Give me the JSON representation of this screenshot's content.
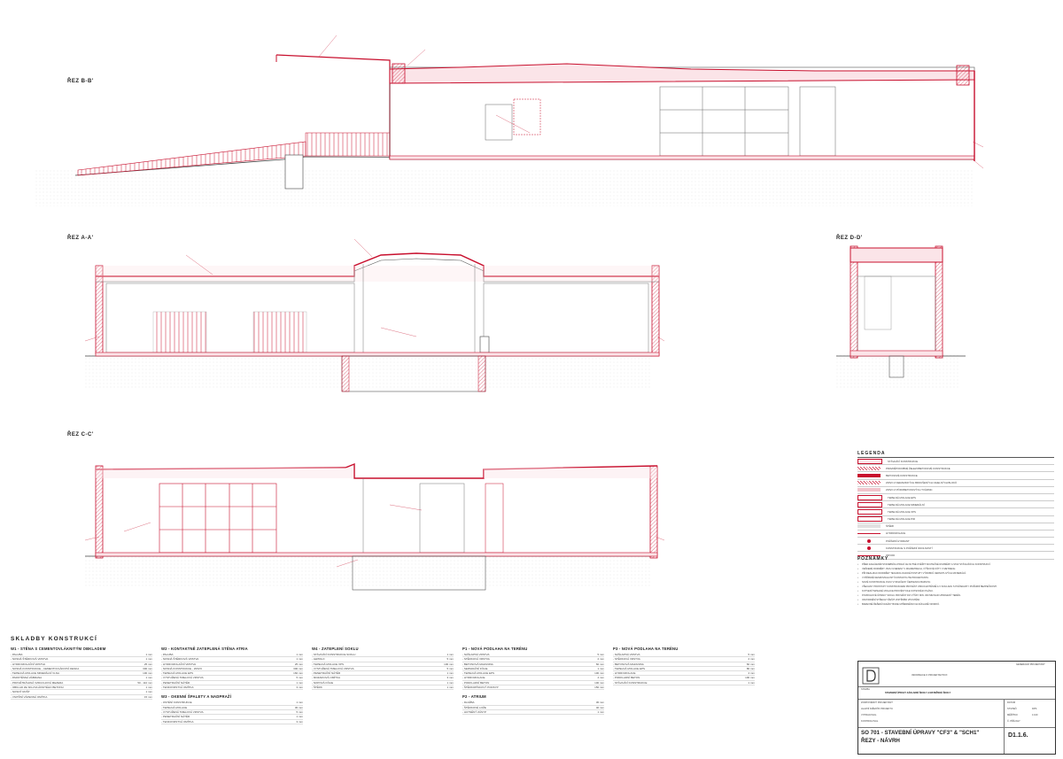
{
  "sections": {
    "bb": {
      "label": "ŘEZ B-B'"
    },
    "aa": {
      "label": "ŘEZ A-A'"
    },
    "dd": {
      "label": "ŘEZ D-D'"
    },
    "cc": {
      "label": "ŘEZ C-C'"
    }
  },
  "compositions": {
    "title": "SKLADBY KONSTRUKCÍ",
    "columns": [
      {
        "blocks": [
          {
            "title": "W1 - STĚNA S CEMENTOVLÁKNITÝM OBKLADEM",
            "rows": [
              [
                "- PALUBA",
                "1 mm"
              ],
              [
                "- NOSNÁ ŠTĚRKOVÁ VRSTVA",
                "1 mm"
              ],
              [
                "- HYDROIZOLAČNÍ VRSTVA",
                "25 mm"
              ],
              [
                "- NOSNÁ KONSTRUKCE - CEMENTOVLÁKNITÁ DESKA",
                "300 mm"
              ],
              [
                "- TEPELNÁ IZOLACE MINERÁLNÍ VLNA",
                "100 mm"
              ],
              [
                "- PAROTĚSNÁ ZÁBRANA",
                "1 mm"
              ],
              [
                "- PROVĚTRÁVANÁ VZDUCHOVÁ MEZERA",
                "50 - 110 mm"
              ],
              [
                "- OBKLAD ZE SKLOVLÁKNITÉHO BETONU",
                "1 mm"
              ],
              [
                "- NOSNÝ ROŠT",
                "1 mm"
              ],
              [
                "- VNITŘNÍ VÁPENNÁ OMÍTKA",
                "15 mm"
              ]
            ]
          }
        ]
      },
      {
        "blocks": [
          {
            "title": "W2 - KONTAKTNĚ ZATEPLENÁ STĚNA ATRIA",
            "rows": [
              [
                "- PALUBA",
                "1 mm"
              ],
              [
                "- NOSNÁ ŠTĚRKOVÁ VRSTVA",
                "1 mm"
              ],
              [
                "- HYDROIZOLAČNÍ VRSTVA",
                "25 mm"
              ],
              [
                "- NOSNÁ KONSTRUKCE - ZDIVO",
                "300 mm"
              ],
              [
                "- TEPELNÁ IZOLACE EPS",
                "160 mm"
              ],
              [
                "- VYSTUŽENÁ TMELOVÁ VRSTVA",
                "5 mm"
              ],
              [
                "- PENETRAČNÍ NÁTĚR",
                "1 mm"
              ],
              [
                "- TENKOVRSTVÁ OMÍTKA",
                "3 mm"
              ]
            ]
          },
          {
            "title": "W3 - OKENNÍ ŠPALETY A NADPRAŽÍ",
            "rows": [
              [
                "- OSTĚNÍ KONSTRUKCE",
                "1 mm"
              ],
              [
                "- TEPELNÁ IZOLACE",
                "30 mm"
              ],
              [
                "- VYSTUŽENÁ TMELOVÁ VRSTVA",
                "5 mm"
              ],
              [
                "- PENETRAČNÍ NÁTĚR",
                "1 mm"
              ],
              [
                "- TENKOVRSTVÁ OMÍTKA",
                "3 mm"
              ]
            ]
          }
        ]
      },
      {
        "blocks": [
          {
            "title": "W4 - ZATEPLENÍ SOKLU",
            "rows": [
              [
                "- STÁVAJÍCÍ KONSTRUKCE SOKLU",
                "1 mm"
              ],
              [
                "- LEPIDLO",
                "5 mm"
              ],
              [
                "- TEPELNÁ IZOLACE XPS",
                "100 mm"
              ],
              [
                "- VYSTUŽENÁ TMELOVÁ VRSTVA",
                "5 mm"
              ],
              [
                "- PENETRAČNÍ NÁTĚR",
                "1 mm"
              ],
              [
                "- MOZAIKOVÁ OMÍTKA",
                "3 mm"
              ],
              [
                "- NOPOVÁ FÓLIE",
                "1 mm"
              ],
              [
                "- ŠTĚRK",
                "1 mm"
              ]
            ]
          }
        ]
      },
      {
        "blocks": [
          {
            "title": "P1 - NOVÁ PODLAHA NA TERÉNU",
            "rows": [
              [
                "- NÁŠLAPNÁ VRSTVA",
                "5 mm"
              ],
              [
                "- STĚRKOVÁ VRSTVA",
                "2 mm"
              ],
              [
                "- BETONOVÁ MAZANINA",
                "60 mm"
              ],
              [
                "- SEPARAČNÍ FÓLIE",
                "1 mm"
              ],
              [
                "- TEPELNÁ IZOLACE EPS",
                "100 mm"
              ],
              [
                "- HYDROIZOLACE",
                "4 mm"
              ],
              [
                "- PODKLADNÍ BETON",
                "100 mm"
              ],
              [
                "- ŠTĚRKOPÍSKOVÝ PODSYP",
                "150 mm"
              ]
            ]
          },
          {
            "title": "P2 - ATRIUM",
            "rows": [
              [
                "- DLAŽBA",
                "30 mm"
              ],
              [
                "- ŠTĚRKOVÉ LOŽE",
                "40 mm"
              ],
              [
                "- HUTNĚNÝ ZÁSYP",
                "1 mm"
              ]
            ]
          }
        ]
      },
      {
        "blocks": [
          {
            "title": "P3 - NOVÁ PODLAHA NA TERÉNU",
            "rows": [
              [
                "- NÁŠLAPNÁ VRSTVA",
                "5 mm"
              ],
              [
                "- STĚRKOVÁ VRSTVA",
                "2 mm"
              ],
              [
                "- BETONOVÁ MAZANINA",
                "60 mm"
              ],
              [
                "- TEPELNÁ IZOLACE EPS",
                "80 mm"
              ],
              [
                "- HYDROIZOLACE",
                "4 mm"
              ],
              [
                "- PODKLADNÍ BETON",
                "100 mm"
              ],
              [
                "- STÁVAJÍCÍ KONSTRUKCE",
                "1 mm"
              ]
            ]
          }
        ]
      }
    ]
  },
  "legend": {
    "title": "LEGENDA",
    "items": [
      {
        "text": "STÁVAJÍCÍ KONSTRUKCE",
        "color": "#c8102e",
        "pattern": "solid-light"
      },
      {
        "text": "PRAVDĚPODOBNÉ ŽELEZOBETONOVÉ KONSTRUKCE",
        "color": "#c8102e",
        "pattern": "hatch"
      },
      {
        "text": "BETONOVÉ KONSTRUKCE",
        "color": "#c8102e",
        "pattern": "solid"
      },
      {
        "text": "ZDIVO Z KERAMICKÝCH BROUŠENÝCH CIHELNÝCH BLOKŮ",
        "color": "#c8102e",
        "pattern": "hatch2"
      },
      {
        "text": "ZDIVO Z PÓROBETONOVÝCH TVÁRNIC",
        "color": "#c8102e",
        "pattern": "dots"
      },
      {
        "text": "TEPELNÁ IZOLACE EPS",
        "color": "#c8102e",
        "pattern": "outline"
      },
      {
        "text": "TEPELNÁ IZOLACE MINERÁLNÍ",
        "color": "#c8102e",
        "pattern": "outline"
      },
      {
        "text": "TEPELNÁ IZOLACE XPS",
        "color": "#c8102e",
        "pattern": "outline"
      },
      {
        "text": "TEPELNÁ IZOLACE PIR",
        "color": "#c8102e",
        "pattern": "outline"
      },
      {
        "text": "ŠTĚRK",
        "color": "#888888",
        "pattern": "dots"
      },
      {
        "text": "HYDROIZOLACE",
        "color": "#c8102e",
        "pattern": "line"
      },
      {
        "text": "POŽÁRNÍ HYDRANT",
        "color": "#c8102e",
        "pattern": "symbol"
      },
      {
        "text": "KONSTRUKCE S POŽÁRNÍ ODOLNOSTÍ",
        "color": "#c8102e",
        "pattern": "symbol2"
      },
      {
        "text": "ODVOD",
        "color": "#c8102e",
        "pattern": "line"
      }
    ]
  },
  "notes": {
    "title": "POZNÁMKY",
    "items": [
      "PŘED ZAHÁJENÍM STAVEBNÍCH PRACÍ JE NUTNÉ OVĚŘIT SKUTEČNÉ ROZMĚRY A STAV STÁVAJÍCÍCH KONSTRUKCÍ.",
      "VEŠKERÉ ROZMĚRY JSOU UVEDENY V MILIMETRECH, VÝŠKOVÉ KÓTY V METRECH.",
      "PŘI REALIZACI DODRŽET TECHNOLOGICKÉ POSTUPY VÝROBCŮ JEDNOTLIVÝCH MATERIÁLŮ.",
      "V PŘÍPADĚ NESROVNALOSTÍ KONTAKTUJTE PROJEKTANTA.",
      "NOVÉ KONSTRUKCE JSOU VYZNAČENY ČERVENOU BARVOU.",
      "VŠECHNY PROSTUPY KONSTRUKCEMI PROVÉST VZDUCHOTĚSNĚ A V SOULADU S POŽADAVKY POŽÁRNÍ BEZPEČNOSTI.",
      "KOTVENÍ TEPELNÉ IZOLACE PROVÉST DLE KOTEVNÍHO PLÁNU.",
      "POVRCHOVÉ ÚPRAVY SOKLU PROVÉST DO VÝŠKY MIN. 300 MM NAD UPRAVENÝ TERÉN.",
      "ODVODNĚNÍ STŘECHY ŘEŠIT VNITŘNÍMI VPUSTĚMI.",
      "BAREVNÉ ŘEŠENÍ FASÁDY BUDE UPŘESNĚNO NA ZÁKLADĚ VZORKŮ."
    ]
  },
  "titleblock": {
    "firm": "GENERÁLNÍ PROJEKTANT",
    "contact": "INFORMACE O PROJEKTANTOVI",
    "fields": [
      {
        "k": "ZODPOVĚDNÝ PROJEKTANT",
        "v": ""
      },
      {
        "k": "HLAVNÍ INŽENÝR PROJEKTU",
        "v": ""
      },
      {
        "k": "VYPRACOVAL",
        "v": ""
      },
      {
        "k": "KONTROLOVAL",
        "v": ""
      }
    ],
    "project_label": "STAVBA",
    "project": "STAVEBNÍ ÚPRAVY ZÁKLADNÍ ŠKOLY A MATEŘSKÉ ŠKOLY",
    "main_line1": "SO 701 - STAVEBNÍ ÚPRAVY \"CF3\" & \"SCH1\"",
    "main_line2": "ŘEZY - NÁVRH",
    "drawing_no": "D1.1.6.",
    "meta": [
      {
        "k": "DATUM",
        "v": ""
      },
      {
        "k": "STUPEŇ",
        "v": "DPS"
      },
      {
        "k": "MĚŘÍTKO",
        "v": "1:100"
      },
      {
        "k": "Č. PŘÍLOHY",
        "v": ""
      }
    ]
  }
}
